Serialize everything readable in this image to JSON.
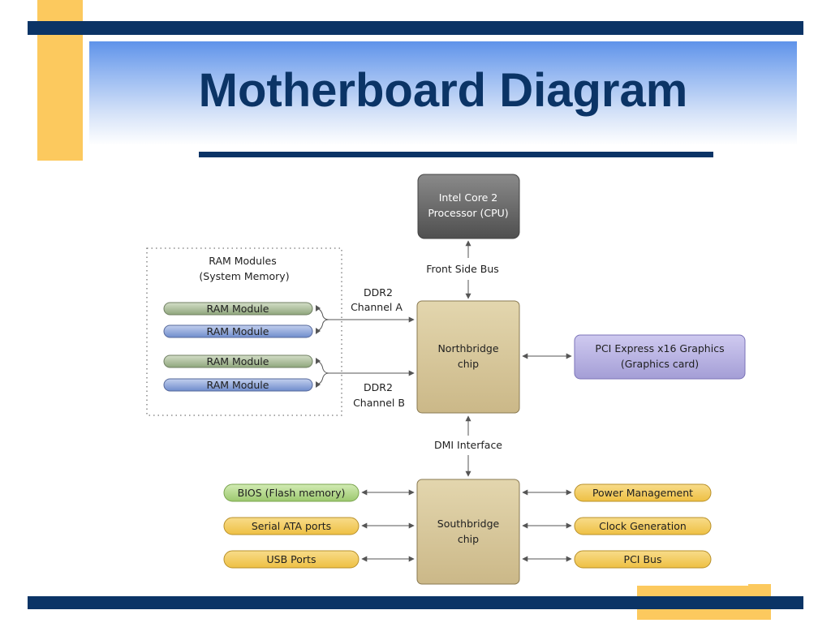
{
  "title": "Motherboard Diagram",
  "colors": {
    "navy": "#0b3466",
    "gold_accent": "#fcc95e",
    "title_band_blue": "#5f93ea",
    "cpu": "#6b6b6b",
    "chipset": "#d9c99a",
    "graphics": "#b9b3e0",
    "ram_green": "#a8bb98",
    "ram_blue": "#8aa3d6",
    "bios_green": "#b0d48a",
    "port_yellow": "#f3cd62"
  },
  "diagram": {
    "cpu": {
      "line1": "Intel Core 2",
      "line2": "Processor (CPU)"
    },
    "front_side_bus": "Front Side Bus",
    "northbridge": {
      "line1": "Northbridge",
      "line2": "chip"
    },
    "southbridge": {
      "line1": "Southbridge",
      "line2": "chip"
    },
    "graphics": {
      "line1": "PCI Express x16 Graphics",
      "line2": "(Graphics card)"
    },
    "dmi": "DMI Interface",
    "ram_group": {
      "line1": "RAM Modules",
      "line2": "(System Memory)",
      "modules": [
        "RAM Module",
        "RAM Module",
        "RAM Module",
        "RAM Module"
      ]
    },
    "channel_a": {
      "line1": "DDR2",
      "line2": "Channel A"
    },
    "channel_b": {
      "line1": "DDR2",
      "line2": "Channel B"
    },
    "left_peripherals": [
      "BIOS (Flash memory)",
      "Serial ATA ports",
      "USB Ports"
    ],
    "right_peripherals": [
      "Power Management",
      "Clock Generation",
      "PCI Bus"
    ]
  }
}
